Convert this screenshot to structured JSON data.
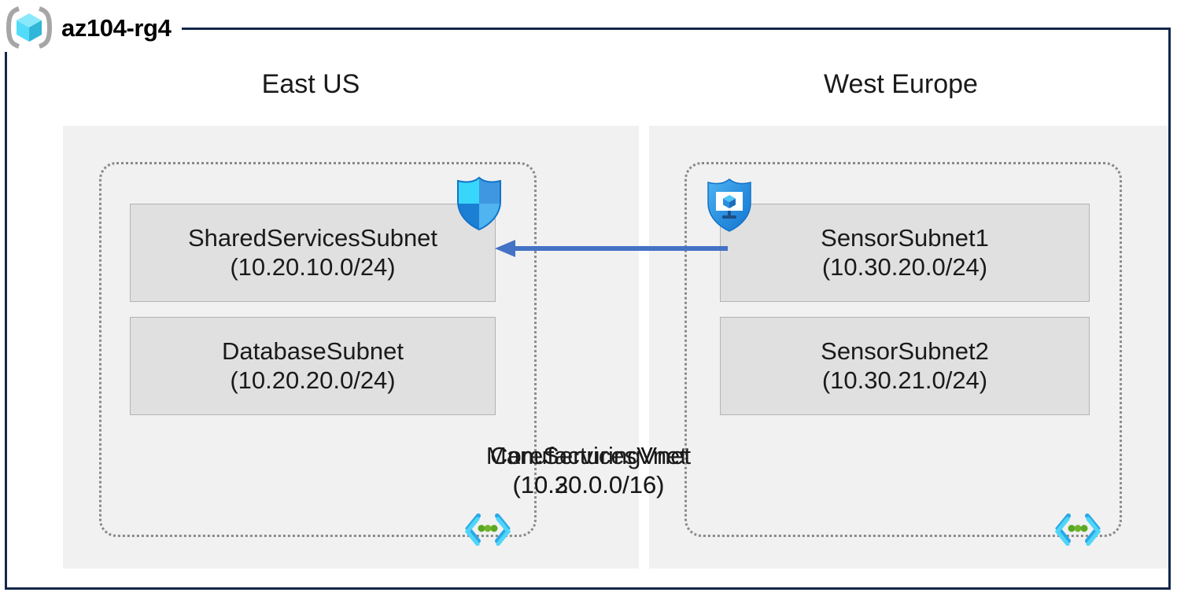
{
  "resource_group": {
    "name": "az104-rg4",
    "icon": "resource-group-cube-icon"
  },
  "colors": {
    "frame_border": "#14274a",
    "region_fill": "#f1f1f1",
    "subnet_fill": "#e0e0e0",
    "subnet_border": "#b3b3b3",
    "vnet_border": "#8a8a8a",
    "arrow": "#4472c4",
    "nsg_shield_light": "#32c8f5",
    "nsg_shield_dark": "#1b7fd4",
    "vnet_icon_bracket": "#32bbef",
    "vnet_icon_dot": "#5aa822",
    "cube_light": "#8ae8fb",
    "cube_mid": "#32c8f5",
    "cube_dark": "#2ba3c7"
  },
  "regions": [
    {
      "id": "east-us",
      "label": "East US",
      "vnet": {
        "name": "CoreServicesVnet",
        "cidr": "(10.20.0.0/16)",
        "icon": "vnet-icon",
        "subnets": [
          {
            "name": "SharedServicesSubnet",
            "cidr": "(10.20.10.0/24)",
            "icon": "nsg-shield-icon",
            "icon_label": "network-security-group"
          },
          {
            "name": "DatabaseSubnet",
            "cidr": "(10.20.20.0/24)",
            "icon": null,
            "icon_label": null
          }
        ]
      }
    },
    {
      "id": "west-europe",
      "label": "West Europe",
      "vnet": {
        "name": "ManufacturingVnet",
        "cidr": "(10.30.0.0/16)",
        "icon": "vnet-icon",
        "subnets": [
          {
            "name": "SensorSubnet1",
            "cidr": "(10.30.20.0/24)",
            "icon": "asg-shield-monitor-icon",
            "icon_label": "application-security-group"
          },
          {
            "name": "SensorSubnet2",
            "cidr": "(10.30.21.0/24)",
            "icon": null,
            "icon_label": null
          }
        ]
      }
    }
  ],
  "connection": {
    "id": "vnet-peering",
    "from": "SensorSubnet1",
    "to": "SharedServicesSubnet",
    "direction": "right-to-left",
    "label": ""
  }
}
